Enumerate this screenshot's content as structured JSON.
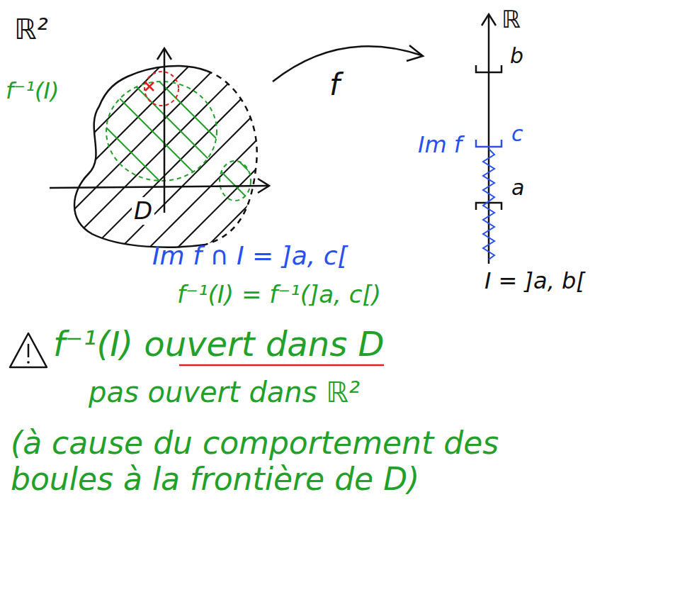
{
  "diagram": {
    "labels": [
      "ℝ²",
      "f⁻¹(I)",
      "D",
      "f",
      "ℝ",
      "b",
      "c",
      "a",
      "Im f",
      "I = ]a, b[",
      "Im f ∩ I = ]a, c[",
      "f⁻¹(I) = f⁻¹(]a, c[)",
      "f⁻¹(I) ouvert dans D",
      "pas ouvert dans ℝ²",
      "(à cause du comportement des boules à la frontière de D)"
    ]
  }
}
